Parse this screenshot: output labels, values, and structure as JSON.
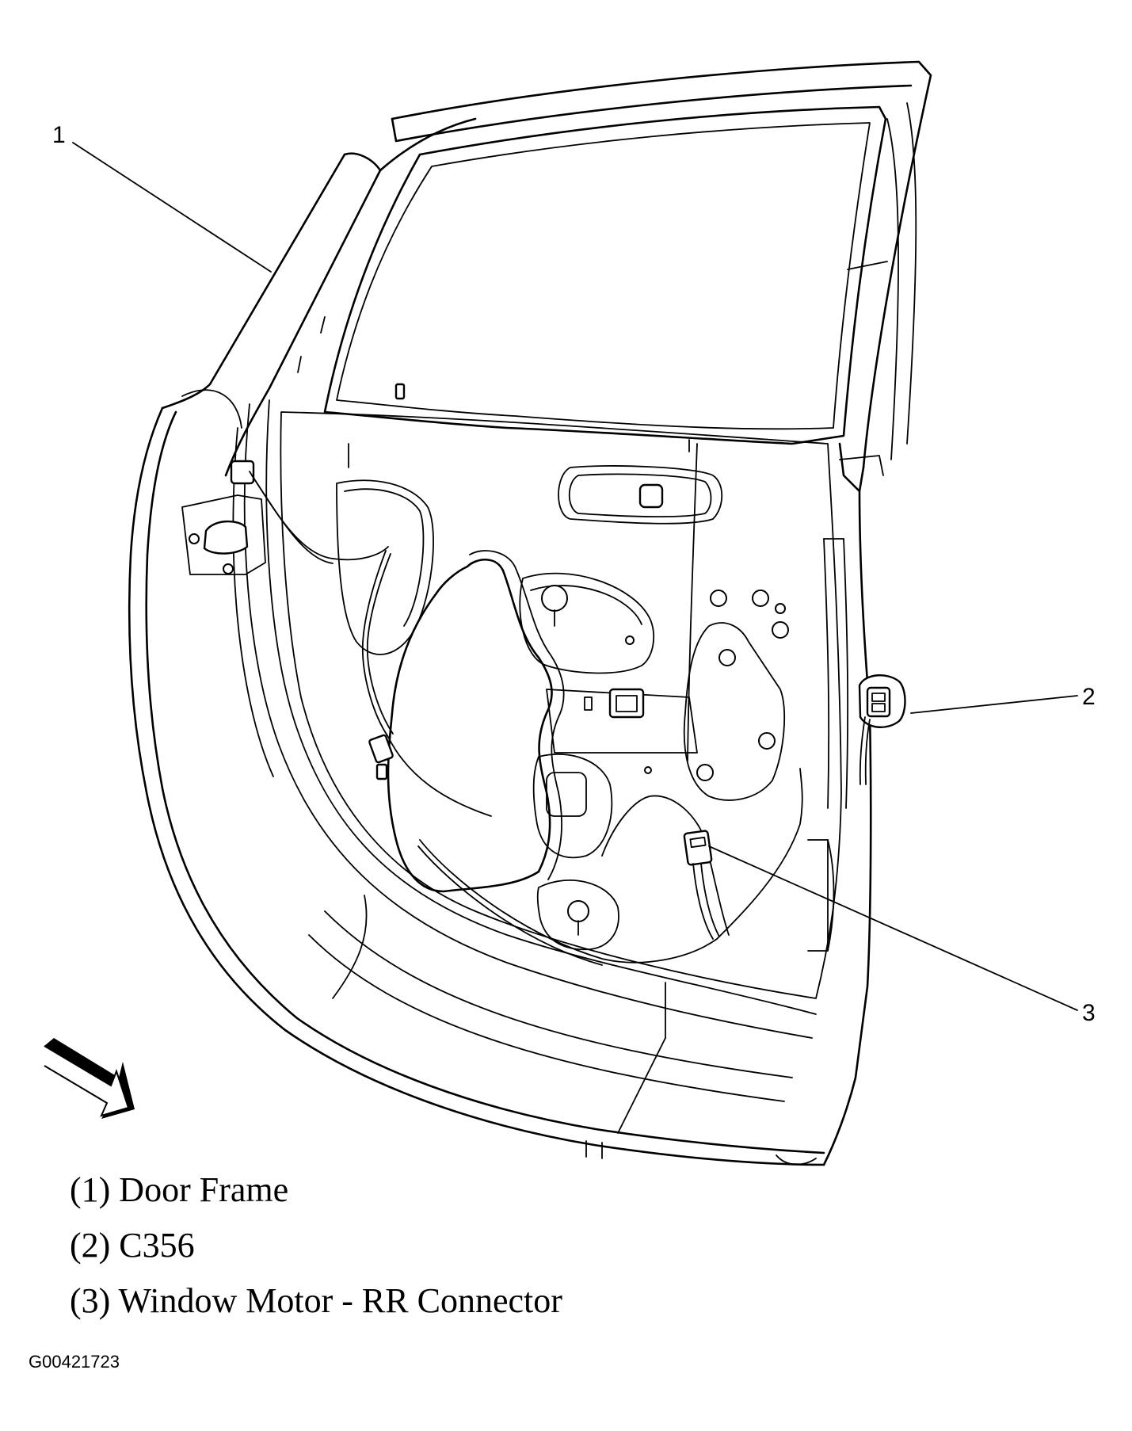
{
  "callouts": [
    {
      "number": "1",
      "name": "Door Frame"
    },
    {
      "number": "2",
      "name": "C356"
    },
    {
      "number": "3",
      "name": "Window Motor - RR Connector"
    }
  ],
  "legend": [
    "(1) Door Frame",
    "(2) C356",
    "(3) Window Motor - RR Connector"
  ],
  "figure_id": "G00421723",
  "icons": [
    "direction-arrow-icon"
  ]
}
